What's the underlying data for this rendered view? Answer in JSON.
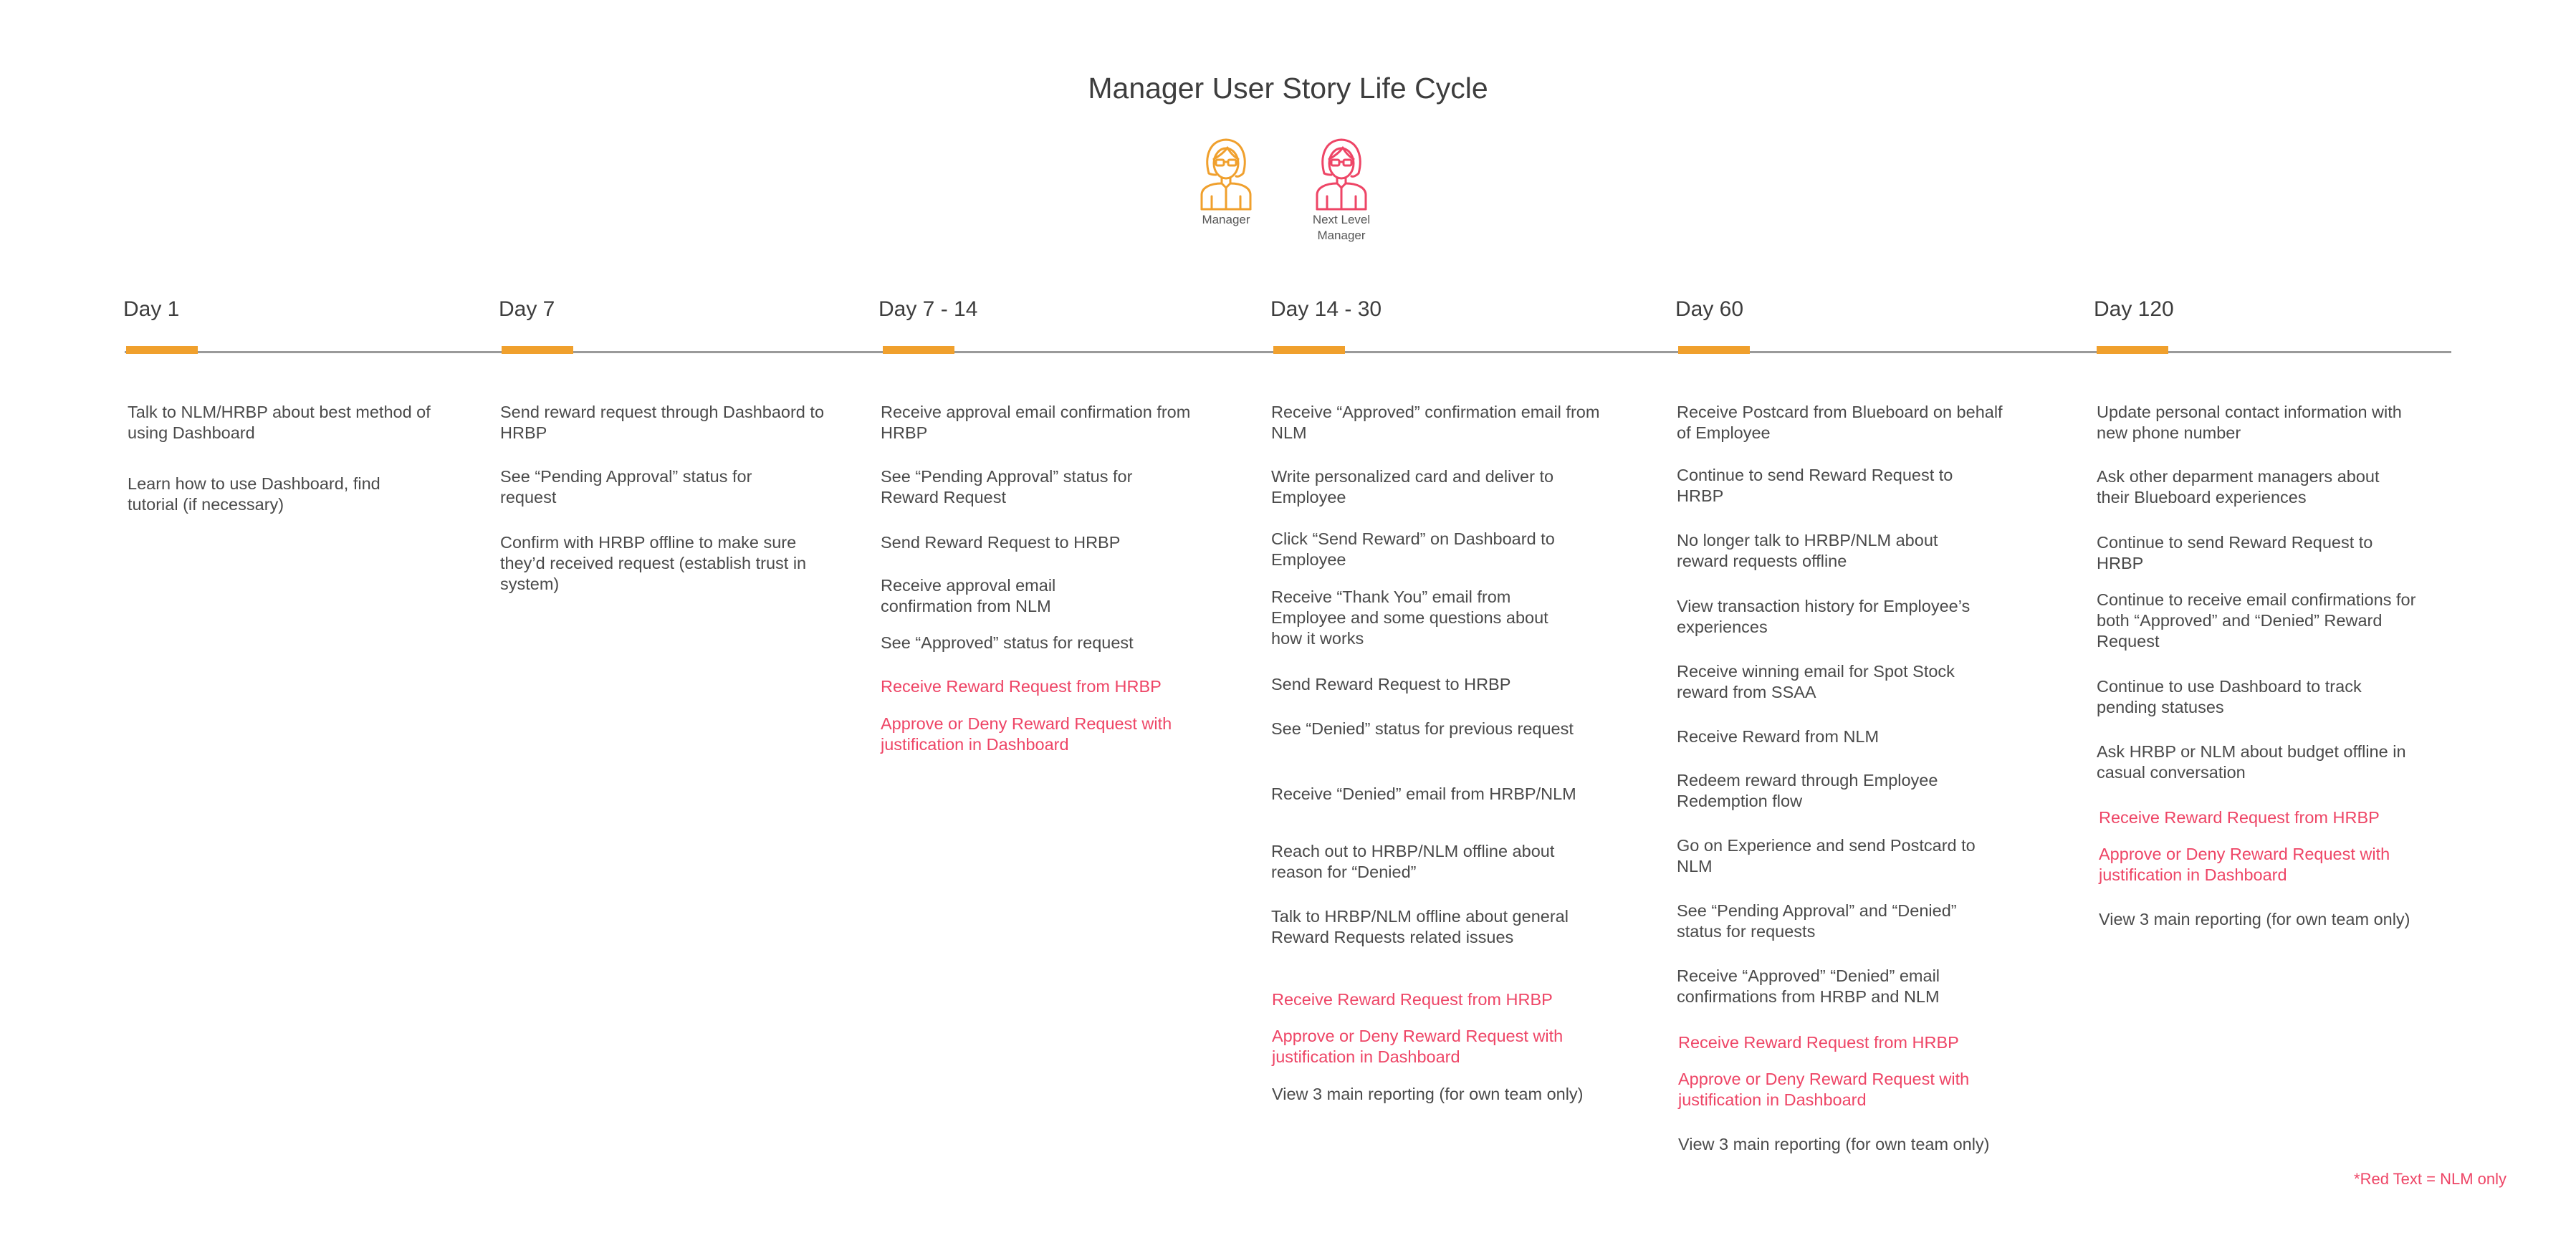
{
  "title": "Manager User Story Life Cycle",
  "personas": [
    {
      "label": "Manager",
      "icon": "manager-avatar-icon",
      "color": "#f0a02d"
    },
    {
      "label": "Next Level\nManager",
      "icon": "next-level-manager-avatar-icon",
      "color": "#ee4566"
    }
  ],
  "colors": {
    "timeline_marker": "#f0a02d",
    "timeline_line": "#9a9a9a",
    "nlm_text": "#ee4566",
    "body_text": "#4a4a4a"
  },
  "stages": [
    {
      "label": "Day 1",
      "tasks": [
        {
          "text": "Talk to NLM/HRBP about best method of using Dashboard",
          "nlm_only": false
        },
        {
          "text": "Learn how to use Dashboard, find tutorial (if necessary)",
          "nlm_only": false
        }
      ]
    },
    {
      "label": "Day 7",
      "tasks": [
        {
          "text": "Send reward request through Dashbaord to HRBP",
          "nlm_only": false
        },
        {
          "text": "See “Pending Approval” status for request",
          "nlm_only": false
        },
        {
          "text": "Confirm with HRBP offline to make sure they’d received request (establish trust in system)",
          "nlm_only": false
        }
      ]
    },
    {
      "label": "Day 7 - 14",
      "tasks": [
        {
          "text": "Receive approval email confirmation from HRBP",
          "nlm_only": false
        },
        {
          "text": "See “Pending Approval” status for Reward Request",
          "nlm_only": false
        },
        {
          "text": "Send Reward Request to HRBP",
          "nlm_only": false
        },
        {
          "text": "Receive approval email confirmation from NLM",
          "nlm_only": false
        },
        {
          "text": "See “Approved” status for request",
          "nlm_only": false
        },
        {
          "text": "Receive Reward Request from HRBP",
          "nlm_only": true
        },
        {
          "text": "Approve or Deny Reward Request with justification in Dashboard",
          "nlm_only": true
        }
      ]
    },
    {
      "label": "Day 14 - 30",
      "tasks": [
        {
          "text": "Receive “Approved” confirmation email from NLM",
          "nlm_only": false
        },
        {
          "text": "Write personalized card and deliver to Employee",
          "nlm_only": false
        },
        {
          "text": "Click “Send Reward” on Dashboard to Employee",
          "nlm_only": false
        },
        {
          "text": "Receive “Thank You” email from Employee and some questions about how it works",
          "nlm_only": false
        },
        {
          "text": "Send Reward Request to HRBP",
          "nlm_only": false
        },
        {
          "text": "See “Denied” status for previous request",
          "nlm_only": false
        },
        {
          "text": "Receive “Denied” email from HRBP/NLM",
          "nlm_only": false
        },
        {
          "text": "Reach out to HRBP/NLM offline about reason for “Denied”",
          "nlm_only": false
        },
        {
          "text": "Talk to HRBP/NLM offline about general Reward Requests related issues",
          "nlm_only": false
        },
        {
          "text": "Receive Reward Request from HRBP",
          "nlm_only": true
        },
        {
          "text": "Approve or Deny Reward Request with justification in Dashboard",
          "nlm_only": true
        },
        {
          "text": "View 3 main reporting (for own team only)",
          "nlm_only": false
        }
      ]
    },
    {
      "label": "Day 60",
      "tasks": [
        {
          "text": "Receive Postcard from Blueboard on behalf of Employee",
          "nlm_only": false
        },
        {
          "text": "Continue to send Reward Request to HRBP",
          "nlm_only": false
        },
        {
          "text": "No longer talk to HRBP/NLM about reward requests offline",
          "nlm_only": false
        },
        {
          "text": "View transaction history for Employee’s experiences",
          "nlm_only": false
        },
        {
          "text": "Receive winning email for Spot Stock reward from SSAA",
          "nlm_only": false
        },
        {
          "text": "Receive Reward from NLM",
          "nlm_only": false
        },
        {
          "text": "Redeem reward through Employee Redemption flow",
          "nlm_only": false
        },
        {
          "text": "Go on Experience and send Postcard to NLM",
          "nlm_only": false
        },
        {
          "text": "See “Pending Approval” and “Denied” status for requests",
          "nlm_only": false
        },
        {
          "text": "Receive “Approved” “Denied” email confirmations from HRBP and NLM",
          "nlm_only": false
        },
        {
          "text": "Receive Reward Request from HRBP",
          "nlm_only": true
        },
        {
          "text": "Approve or Deny Reward Request with justification in Dashboard",
          "nlm_only": true
        },
        {
          "text": "View 3 main reporting (for own team only)",
          "nlm_only": false
        }
      ]
    },
    {
      "label": "Day 120",
      "tasks": [
        {
          "text": "Update personal contact information with new phone number",
          "nlm_only": false
        },
        {
          "text": "Ask other deparment managers about their Blueboard experiences",
          "nlm_only": false
        },
        {
          "text": "Continue to send Reward Request to HRBP",
          "nlm_only": false
        },
        {
          "text": "Continue to receive email confirmations for both “Approved” and “Denied” Reward Request",
          "nlm_only": false
        },
        {
          "text": "Continue to use Dashboard to track pending statuses",
          "nlm_only": false
        },
        {
          "text": "Ask HRBP or NLM about budget offline in casual conversation",
          "nlm_only": false
        },
        {
          "text": "Receive Reward Request from HRBP",
          "nlm_only": true
        },
        {
          "text": "Approve or Deny Reward Request with justification in Dashboard",
          "nlm_only": true
        },
        {
          "text": "View 3 main reporting (for own team only)",
          "nlm_only": false
        }
      ]
    }
  ],
  "footnote": "*Red Text = NLM only"
}
